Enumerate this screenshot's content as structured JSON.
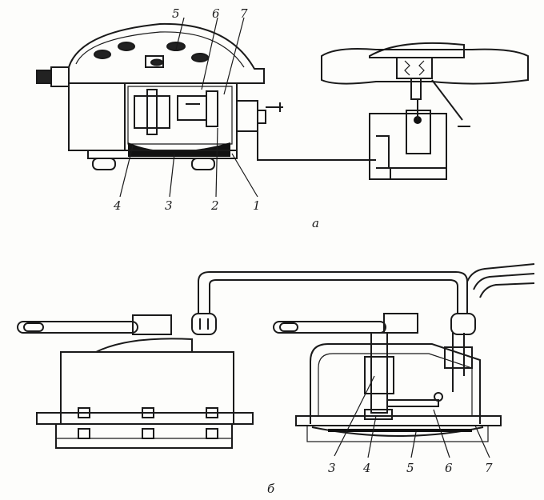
{
  "diagram_a": {
    "sublabel": "а",
    "callouts": [
      "5",
      "6",
      "7",
      "4",
      "3",
      "2",
      "1"
    ]
  },
  "diagram_b": {
    "sublabel": "б",
    "callouts": [
      "3",
      "4",
      "5",
      "6",
      "7"
    ]
  },
  "colors": {
    "ink": "#1a1a1a",
    "paper": "#fdfdfb",
    "hatch": "#555555"
  }
}
